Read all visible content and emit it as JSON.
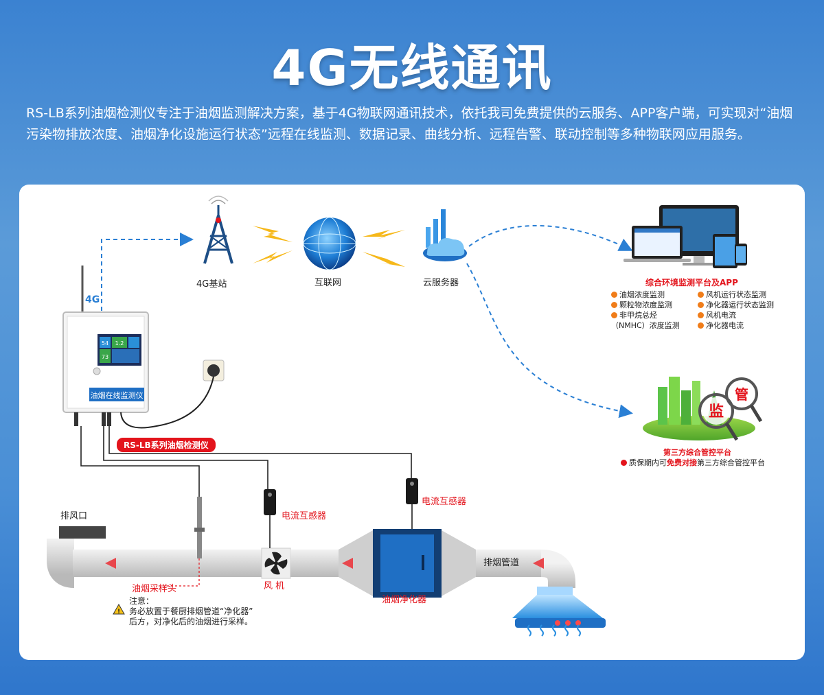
{
  "header": {
    "title": "4G无线通讯",
    "intro": "RS-LB系列油烟检测仪专注于油烟监测解决方案，基于4G物联网通讯技术，依托我司免费提供的云服务、APP客户端，可实现对“油烟污染物排放浓度、油烟净化设施运行状态”远程在线监测、数据记录、曲线分析、远程告警、联动控制等多种物联网应用服务。"
  },
  "diagram": {
    "labels": {
      "base_station": "4G基站",
      "internet": "互联网",
      "cloud_server": "云服务器",
      "signal_4g": "4G",
      "device_screen_label": "油烟在线监测仪",
      "device_tag": "RS-LB系列油烟检测仪",
      "exhaust_outlet": "排风口",
      "current_sensor_1": "电流互感器",
      "current_sensor_2": "电流互感器",
      "sampling_head": "油烟采样头",
      "fan": "风 机",
      "purifier": "油烟净化器",
      "exhaust_duct": "排烟管道",
      "note_title": "注意：",
      "note_line1": "务必放置于餐厨排烟管道“净化器”",
      "note_line2": "后方，对净化后的油烟进行采样。"
    },
    "screen_values": {
      "v1": "54",
      "v2": "1.2",
      "v3": "73"
    },
    "platform": {
      "title": "综合环境监测平台及APP",
      "features_left": [
        "油烟浓度监测",
        "颗粒物浓度监测",
        "非甲烷总烃",
        "（NMHC）浓度监测"
      ],
      "features_right": [
        "风机运行状态监测",
        "净化器运行状态监测",
        "风机电流",
        "净化器电流"
      ]
    },
    "third_party": {
      "title": "第三方综合管控平台",
      "note_prefix": "质保期内可",
      "note_highlight": "免费对接",
      "note_suffix": "第三方综合管控平台",
      "sign_1": "监",
      "sign_2": "管"
    }
  },
  "colors": {
    "accent_red": "#e3141c",
    "accent_orange": "#f07d1a",
    "arrow_blue": "#2a7fd4",
    "duct_gray": "#d9d9d9",
    "purifier_blue": "#1f6fc4"
  }
}
